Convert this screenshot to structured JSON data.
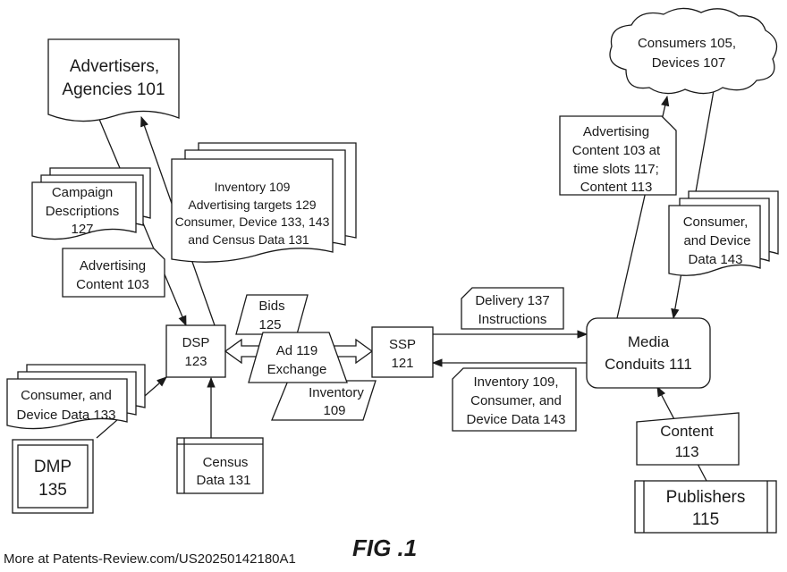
{
  "nodes": {
    "advertisers": [
      "Advertisers,",
      "Agencies 101"
    ],
    "campaign": [
      "Campaign",
      "Descriptions",
      "127"
    ],
    "inventory_targets": [
      "Inventory 109",
      "Advertising targets 129",
      "Consumer, Device 133, 143",
      "and Census Data 131"
    ],
    "adv_content": [
      "Advertising",
      "Content 103"
    ],
    "bids": [
      "Bids",
      "125"
    ],
    "dsp": [
      "DSP",
      "123"
    ],
    "exchange": [
      "Ad 119",
      "Exchange"
    ],
    "ssp": [
      "SSP",
      "121"
    ],
    "inventory_left": [
      "Inventory",
      "109"
    ],
    "consumer_data_133": [
      "Consumer, and",
      "Device Data 133"
    ],
    "dmp": [
      "DMP",
      "135"
    ],
    "census": [
      "Census",
      "Data 131"
    ],
    "consumers": [
      "Consumers 105,",
      "Devices 107"
    ],
    "adv_content_slots": [
      "Advertising",
      "Content 103 at",
      "time slots 117;",
      "Content 113"
    ],
    "consumer_data_143": [
      "Consumer,",
      "and Device",
      "Data 143"
    ],
    "delivery": [
      "Delivery 137",
      "Instructions"
    ],
    "media": [
      "Media",
      "Conduits 111"
    ],
    "inventory_right": [
      "Inventory 109,",
      "Consumer, and",
      "Device Data 143"
    ],
    "content": [
      "Content",
      "113"
    ],
    "publishers": [
      "Publishers",
      "115"
    ]
  },
  "figure_label": "FIG .1",
  "footer": "More at Patents-Review.com/US20250142180A1"
}
